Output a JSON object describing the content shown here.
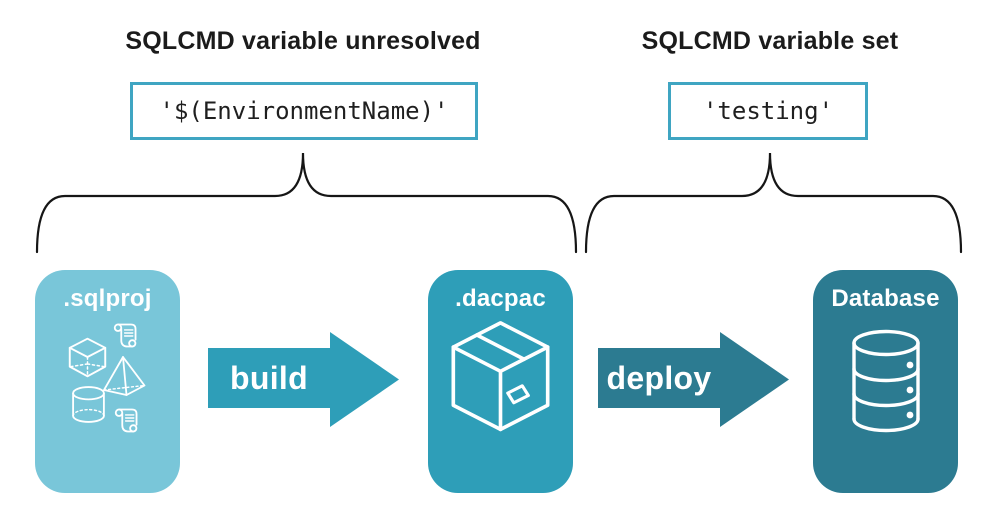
{
  "annotations": {
    "unresolved": {
      "heading": "SQLCMD variable unresolved",
      "value": "'$(EnvironmentName)'"
    },
    "resolved": {
      "heading": "SQLCMD variable set",
      "value": "'testing'"
    }
  },
  "pipeline": {
    "source": {
      "label": ".sqlproj",
      "icons": [
        "script-icon",
        "cube-icon",
        "pyramid-icon",
        "cylinder-icon",
        "script-icon"
      ]
    },
    "build_label": "build",
    "artifact": {
      "label": ".dacpac",
      "icons": [
        "package-icon"
      ]
    },
    "deploy_label": "deploy",
    "target": {
      "label": "Database",
      "icons": [
        "database-icon"
      ]
    }
  },
  "colors": {
    "source_fill": "#79c6d9",
    "artifact_fill": "#2e9eb8",
    "target_fill": "#2c7b91",
    "value_box_border": "#3fa5c2",
    "heading_text": "#1b1b1b",
    "label_text": "#ffffff",
    "brace_stroke": "#161616"
  }
}
